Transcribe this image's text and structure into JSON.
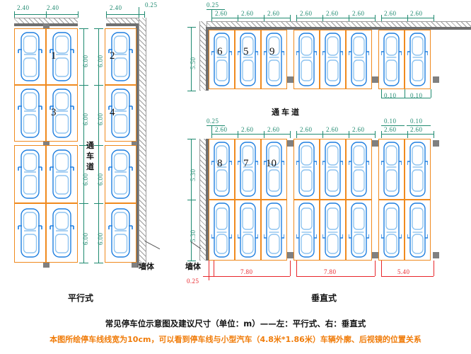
{
  "drawing": {
    "title_caption": "常见停车位示意图及建议尺寸（单位：m）——左：平行式、右：垂直式",
    "note_caption": "本图所绘停车线线宽为10cm，可以看到停车线与小型汽车（4.8米*1.86米）车辆外廓、后视镜的位置关系",
    "colors": {
      "stall_line": "#f08a1e",
      "car_outline": "#1f7fe0",
      "dimension_green": "#1f8a70",
      "dimension_red": "#e8262b",
      "wall_gray": "#6f6f6f",
      "note_orange": "#f07c0a"
    }
  },
  "left_scheme": {
    "type_label": "平行式",
    "wall_label": "墙体",
    "driveway_label": "通车道",
    "top_dims": [
      "2.40",
      "2.40"
    ],
    "right_column_top_dims": [
      "2.40",
      "0.25"
    ],
    "stall_depth_dims_colA": [
      "6.00",
      "6.00",
      "6.00",
      "6.00"
    ],
    "stall_depth_dims_colB": [
      "6.00",
      "6.00",
      "6.00",
      "6.00"
    ],
    "numbered_stalls": [
      {
        "label": "1"
      },
      {
        "label": "3"
      },
      {
        "label": "2"
      },
      {
        "label": "4"
      }
    ]
  },
  "right_scheme": {
    "type_label": "垂直式",
    "wall_label": "墙体",
    "driveway_label": "通车道",
    "top_row": {
      "lead_dim": "0.25",
      "width_dims": [
        "2.60",
        "2.60",
        "2.60",
        "2.60",
        "2.60",
        "2.60",
        "2.60",
        "2.60"
      ],
      "depth_dim": "5.50",
      "gap_dims": [
        "0.10",
        "0.10"
      ],
      "numbered_stalls": [
        {
          "label": "6"
        },
        {
          "label": "5"
        },
        {
          "label": "9"
        }
      ]
    },
    "bottom_rows": {
      "lead_dim": "0.25",
      "width_dims": [
        "2.60",
        "2.60",
        "2.60",
        "2.60",
        "2.60",
        "2.60",
        "2.60",
        "2.60"
      ],
      "gap_dims": [
        "0.10",
        "0.10"
      ],
      "depth_dims": [
        "5.30",
        "5.30"
      ],
      "numbered_stalls": [
        {
          "label": "8"
        },
        {
          "label": "7"
        },
        {
          "label": "10"
        }
      ],
      "bottom_dims": [
        "7.80",
        "7.80",
        "5.40"
      ],
      "wall_offset_dim": "0.25"
    }
  },
  "icons": {
    "car": "car-top-view-icon",
    "wall": "wall-hatch-icon",
    "pillar": "pillar-icon"
  }
}
